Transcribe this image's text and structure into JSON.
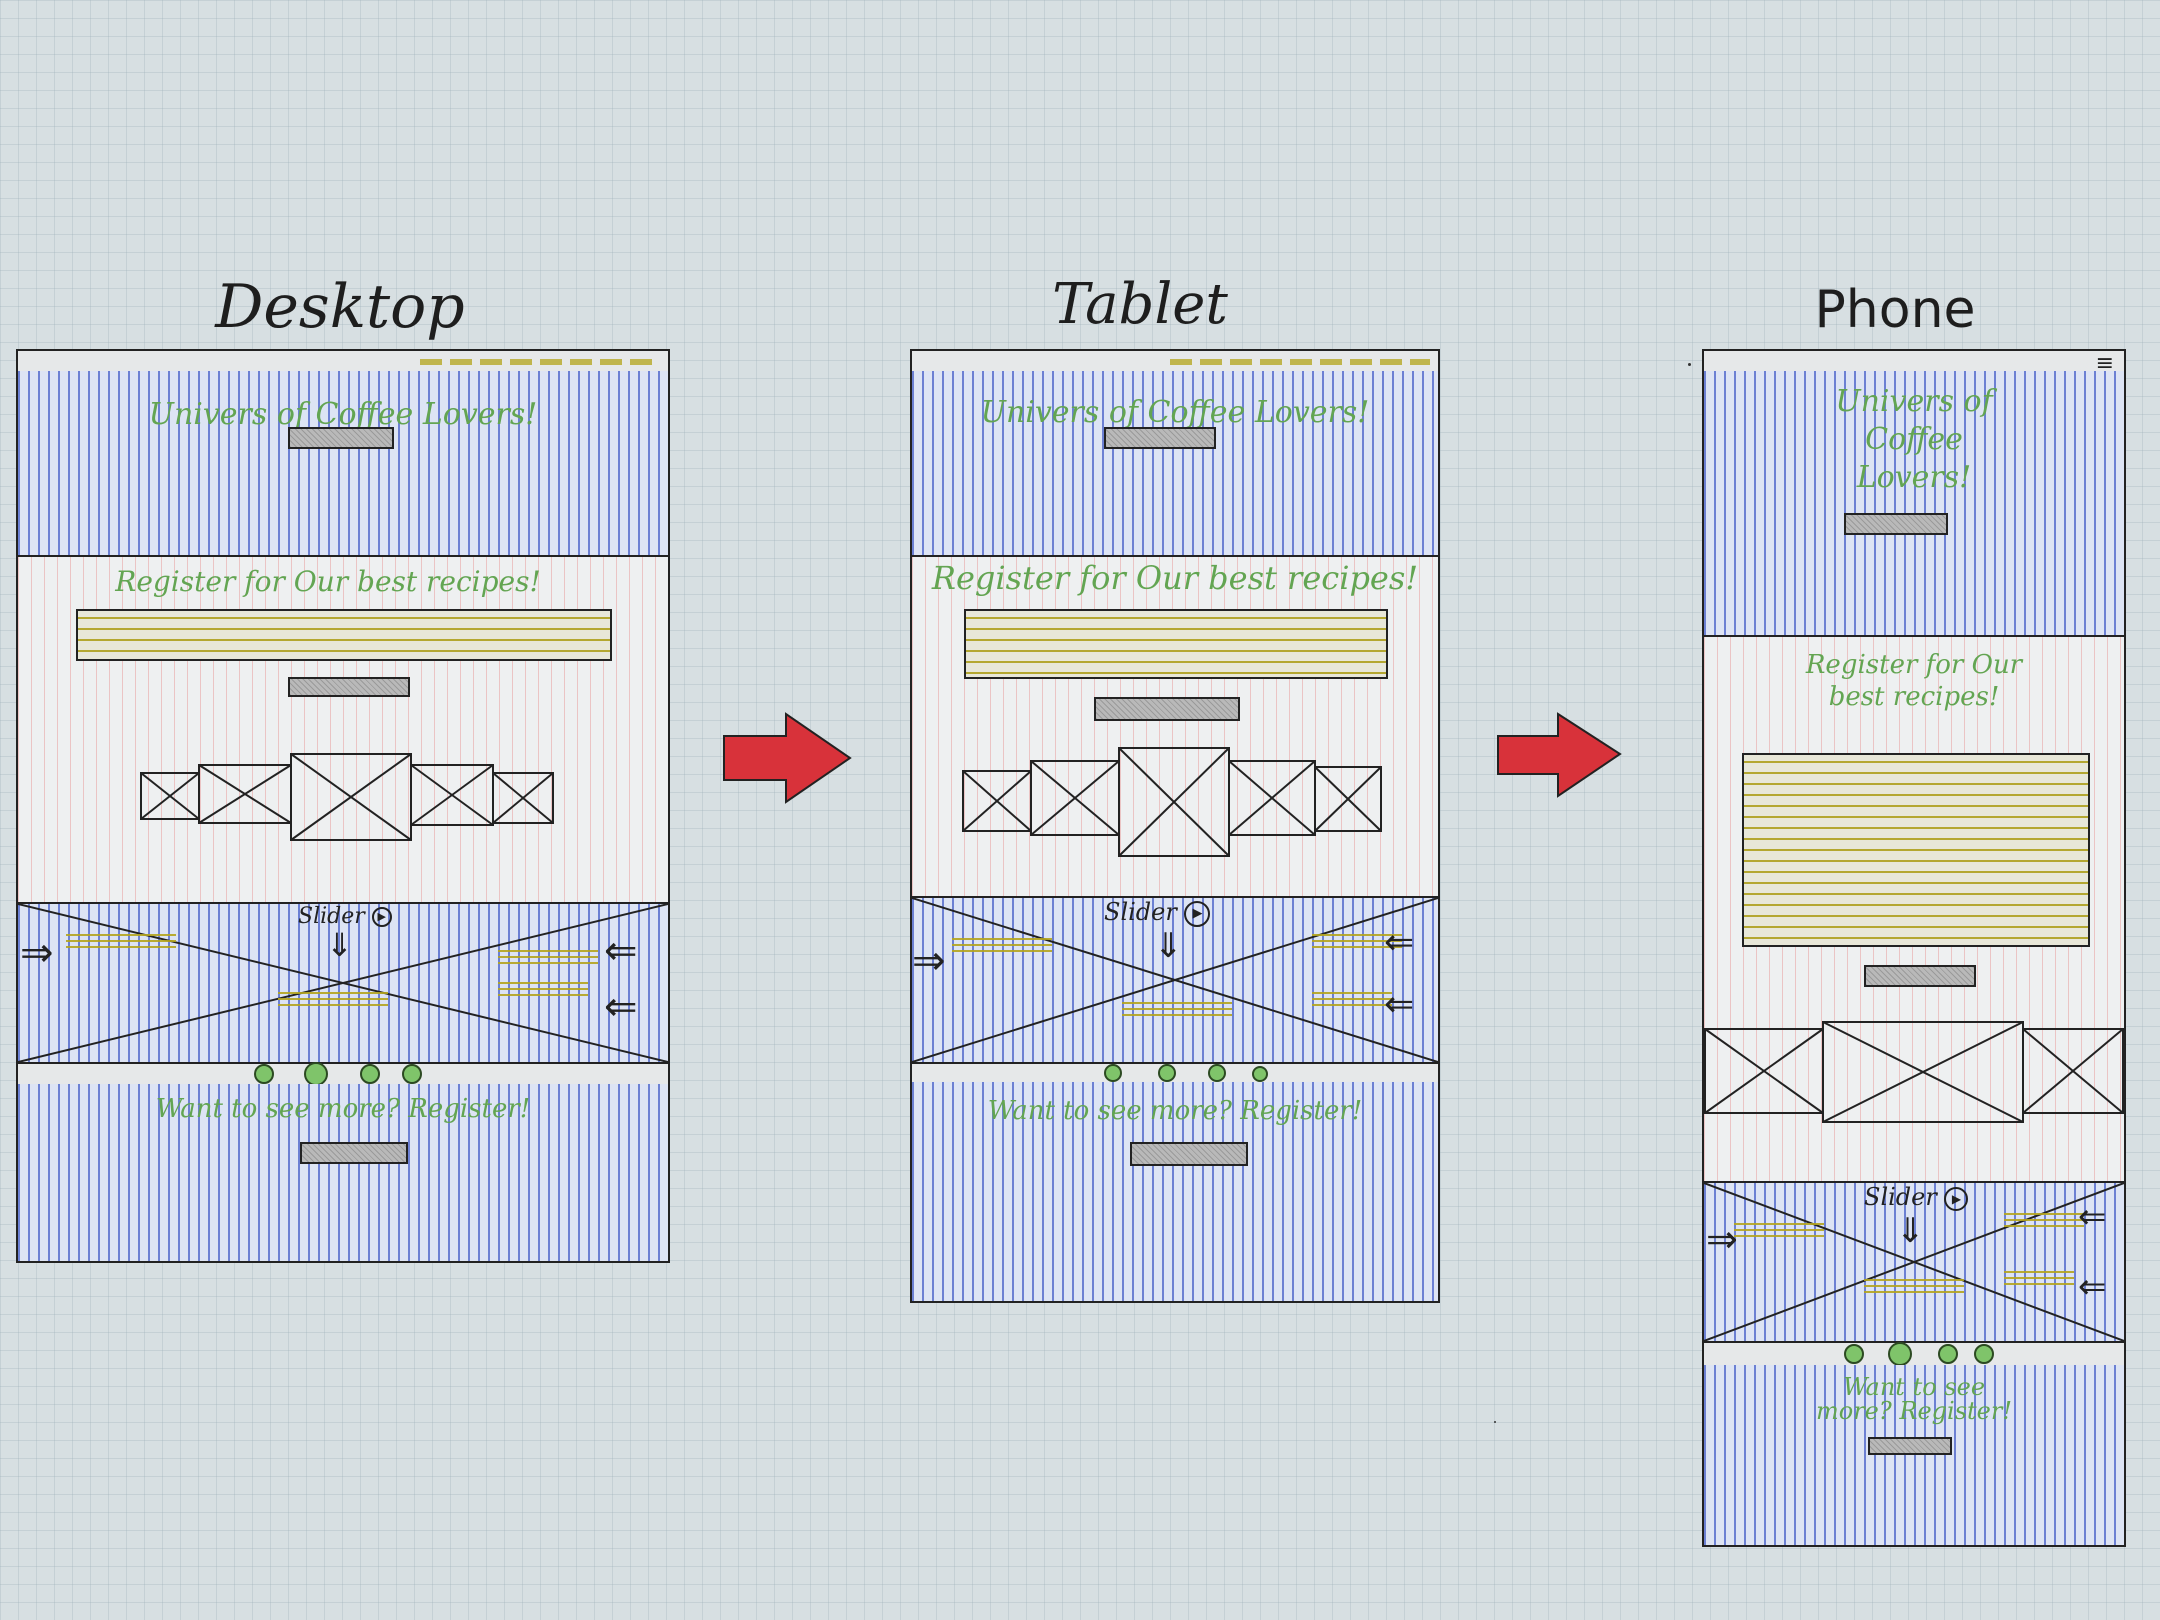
{
  "colors": {
    "background": "#d7dfe2",
    "frame_border": "#222222",
    "hatch_blue": "#586ecd",
    "hatch_pink": "#e8a0a0",
    "handwriting_green": "#63a552",
    "text_lines_yellow": "#b4a51e",
    "button_gray": "#b9b9b9",
    "dot_green": "#7fc46a",
    "arrow_red": "#d8323a"
  },
  "desktop": {
    "heading": "Desktop",
    "hero_text": "Univers of Coffee Lovers!",
    "register_text": "Register for Our best recipes!",
    "slider_label": "Slider",
    "cta_text": "Want to see more? Register!"
  },
  "tablet": {
    "heading": "Tablet",
    "hero_text": "Univers of Coffee Lovers!",
    "register_text": "Register for Our best recipes!",
    "slider_label": "Slider",
    "cta_text": "Want to see more? Register!"
  },
  "phone": {
    "heading": "Phone",
    "hero_text": "Univers of Coffee Lovers!",
    "register_text": "Register for Our best recipes!",
    "slider_label": "Slider",
    "cta_text": "Want to see more? Register!"
  },
  "icons": {
    "flow_arrow": "arrow-right-icon",
    "slider_play": "play-icon",
    "menu": "hamburger-menu-icon",
    "image_placeholder": "image-placeholder-icon"
  }
}
